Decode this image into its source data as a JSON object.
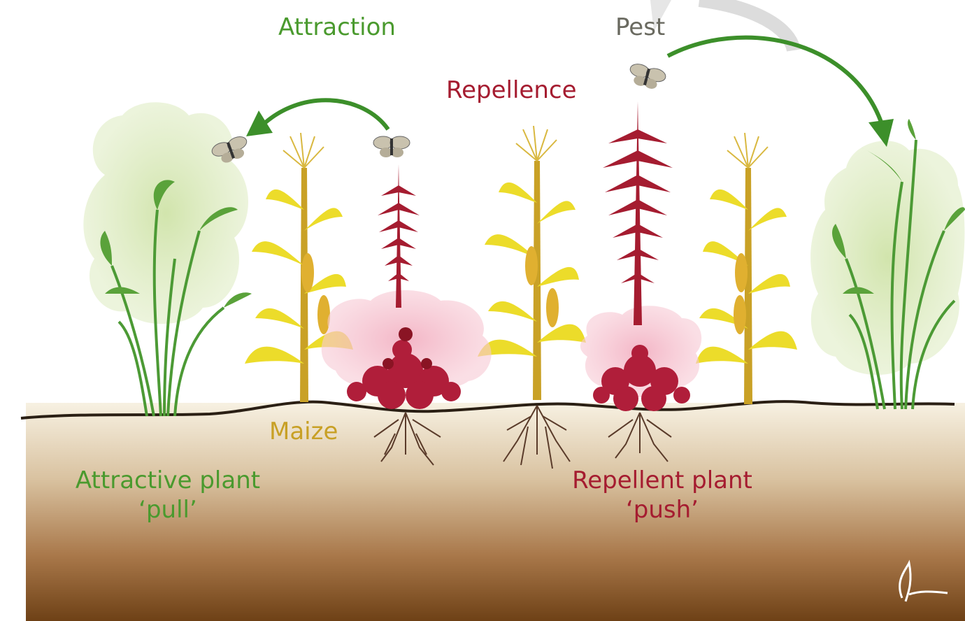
{
  "labels": {
    "attraction": "Attraction",
    "pest": "Pest",
    "repellence": "Repellence",
    "maize": "Maize",
    "attractive_plant_line1": "Attractive plant",
    "attractive_plant_line2": "‘pull’",
    "repellent_plant_line1": "Repellent plant",
    "repellent_plant_line2": "‘push’"
  },
  "colors": {
    "attraction_green": "#4a9a2e",
    "arrow_green": "#3c8f2a",
    "repellence_red": "#a51c30",
    "maize_gold": "#c8a025",
    "soil_top": "#f6efe0",
    "soil_bottom": "#7a4a1a",
    "pest_gray": "#6a6a60"
  },
  "icons": [
    "moth-icon",
    "green-arrow-icon",
    "repellence-spike-icon",
    "signature-icon"
  ]
}
